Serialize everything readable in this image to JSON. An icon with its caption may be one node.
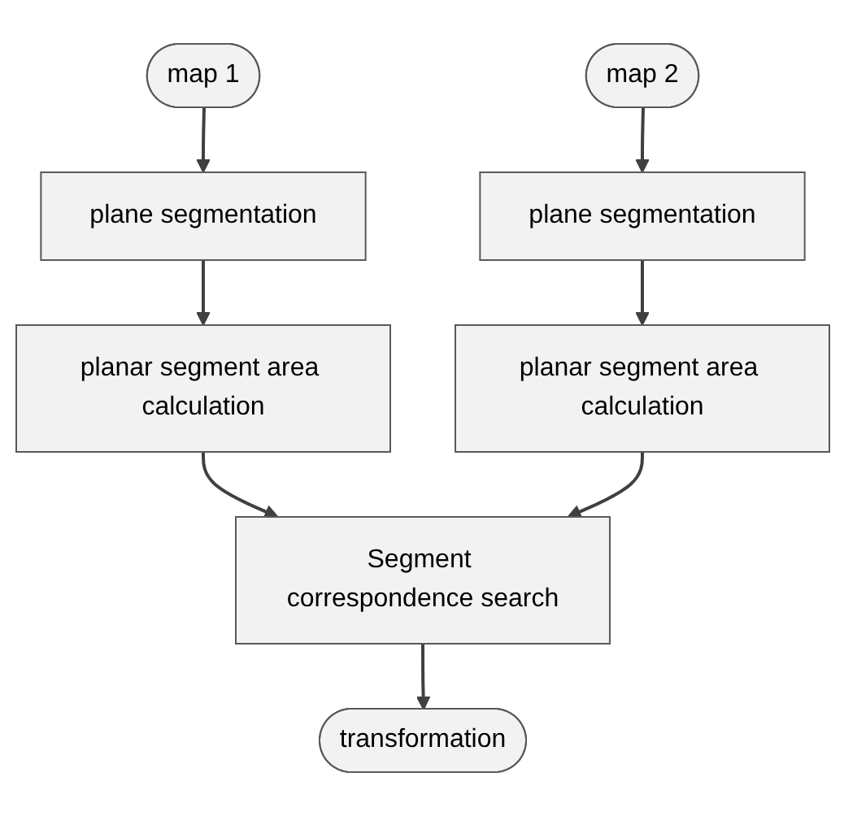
{
  "diagram": {
    "nodes": [
      {
        "text": [
          "map 1"
        ]
      },
      {
        "text": [
          "map 2"
        ]
      },
      {
        "text": [
          "plane segmentation"
        ]
      },
      {
        "text": [
          "plane segmentation"
        ]
      },
      {
        "text": [
          "planar segment area calculation"
        ]
      },
      {
        "text": [
          "planar segment area calculation"
        ]
      },
      {
        "text": [
          "Segment correspondence search"
        ]
      },
      {
        "text": [
          "transformation"
        ]
      }
    ],
    "edges": [
      {
        "from": 0,
        "to": 2,
        "arrow": "to"
      },
      {
        "from": 2,
        "to": 4,
        "arrow": "to"
      },
      {
        "from": 4,
        "to": 6,
        "arrow": "to"
      },
      {
        "from": 1,
        "to": 3,
        "arrow": "to"
      },
      {
        "from": 3,
        "to": 5,
        "arrow": "to"
      },
      {
        "from": 5,
        "to": 6,
        "arrow": "to"
      },
      {
        "from": 6,
        "to": 7,
        "arrow": "to"
      }
    ]
  }
}
